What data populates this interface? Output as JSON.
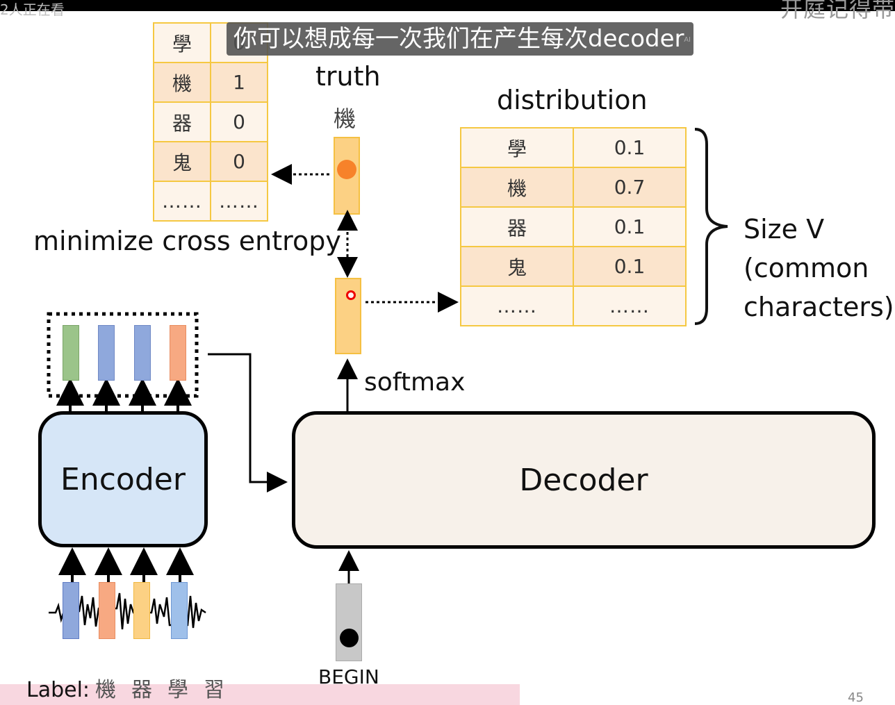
{
  "overlay": {
    "viewer_count_text": "2人正在看",
    "top_right_text": "开庭记得带",
    "subtitle": "你可以想成每一次我们在产生每次decoder",
    "subtitle_ai_mark": "AI"
  },
  "slide": {
    "ground_truth": {
      "title": "truth",
      "target_char": "機",
      "rows": [
        {
          "char": "學",
          "value": "0"
        },
        {
          "char": "機",
          "value": "1"
        },
        {
          "char": "器",
          "value": "0"
        },
        {
          "char": "鬼",
          "value": "0"
        },
        {
          "char": "……",
          "value": "……"
        }
      ]
    },
    "distribution": {
      "title": "distribution",
      "rows": [
        {
          "char": "學",
          "value": "0.1"
        },
        {
          "char": "機",
          "value": "0.7"
        },
        {
          "char": "器",
          "value": "0.1"
        },
        {
          "char": "鬼",
          "value": "0.1"
        },
        {
          "char": "……",
          "value": "……"
        }
      ]
    },
    "size_note": [
      "Size V",
      "(common",
      "characters)"
    ],
    "loss_label": "minimize cross entropy",
    "softmax_label": "softmax",
    "encoder_label": "Encoder",
    "decoder_label": "Decoder",
    "begin_label": "BEGIN",
    "label_prefix": "Label:",
    "label_chars": [
      "機",
      "器",
      "學",
      "習"
    ],
    "page_number": "45",
    "colors": {
      "table_border": "#f5c842",
      "vector_fill": "#fcd184",
      "encoder_fill": "#d6e6f7",
      "decoder_fill": "#f7f1ea",
      "encoder_outputs": [
        "#9bc48a",
        "#8fa8dc",
        "#8fa8dc",
        "#f7a982"
      ],
      "input_frames": [
        "#8fa8dc",
        "#f7a982",
        "#fcd184",
        "#9fc0ea"
      ]
    }
  }
}
